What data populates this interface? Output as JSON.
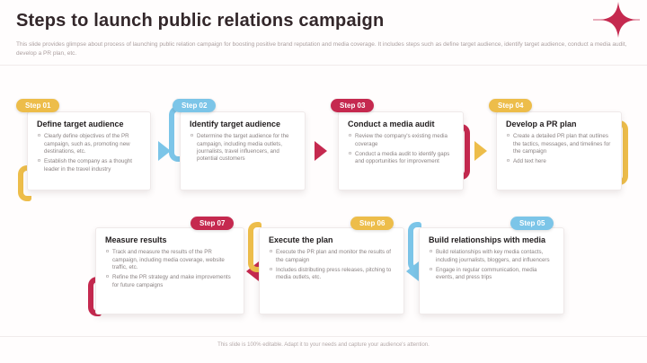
{
  "slide": {
    "title": "Steps to launch public relations campaign",
    "subtitle": "This slide provides glimpse about process of launching public relation campaign for boosting positive brand reputation and media coverage. It includes steps such as define target audience, identify target audience, conduct a media audit, develop a PR plan, etc.",
    "footer": "This slide is 100% editable. Adapt it to your needs and capture your audience's attention."
  },
  "colors": {
    "yellow": "#edbd4a",
    "blue": "#7cc5e8",
    "crimson": "#c5294f"
  },
  "icons": {
    "sparkle": "four-point-star-sparkle"
  },
  "steps": [
    {
      "label": "Step 01",
      "title": "Define target audience",
      "accent": "yellow",
      "bullets": [
        "Clearly define objectives of the PR campaign, such as, promoting new destinations, etc.",
        "Establish the company as a thought leader in the travel industry"
      ]
    },
    {
      "label": "Step 02",
      "title": "Identify target audience",
      "accent": "blue",
      "bullets": [
        "Determine the target audience for the campaign, including media outlets, journalists, travel influencers, and potential customers"
      ]
    },
    {
      "label": "Step 03",
      "title": "Conduct a media audit",
      "accent": "crimson",
      "bullets": [
        "Review the company's existing media coverage",
        "Conduct a media audit to identify gaps and opportunities for improvement"
      ]
    },
    {
      "label": "Step 04",
      "title": "Develop a PR plan",
      "accent": "yellow",
      "bullets": [
        "Create a detailed PR plan that outlines the tactics, messages, and timelines for the campaign",
        "Add text here"
      ]
    },
    {
      "label": "Step 05",
      "title": "Build relationships with media",
      "accent": "blue",
      "bullets": [
        "Build relationships with key media contacts, including journalists, bloggers, and influencers",
        "Engage in regular communication, media events, and press trips"
      ]
    },
    {
      "label": "Step 06",
      "title": "Execute the plan",
      "accent": "yellow",
      "bullets": [
        "Execute the PR plan and monitor the results of the campaign",
        "Includes distributing press releases, pitching to media outlets, etc."
      ]
    },
    {
      "label": "Step 07",
      "title": "Measure results",
      "accent": "crimson",
      "bullets": [
        "Track and measure the results of the PR campaign, including media coverage, website traffic, etc.",
        "Refine the PR strategy and make improvements for future campaigns"
      ]
    }
  ]
}
